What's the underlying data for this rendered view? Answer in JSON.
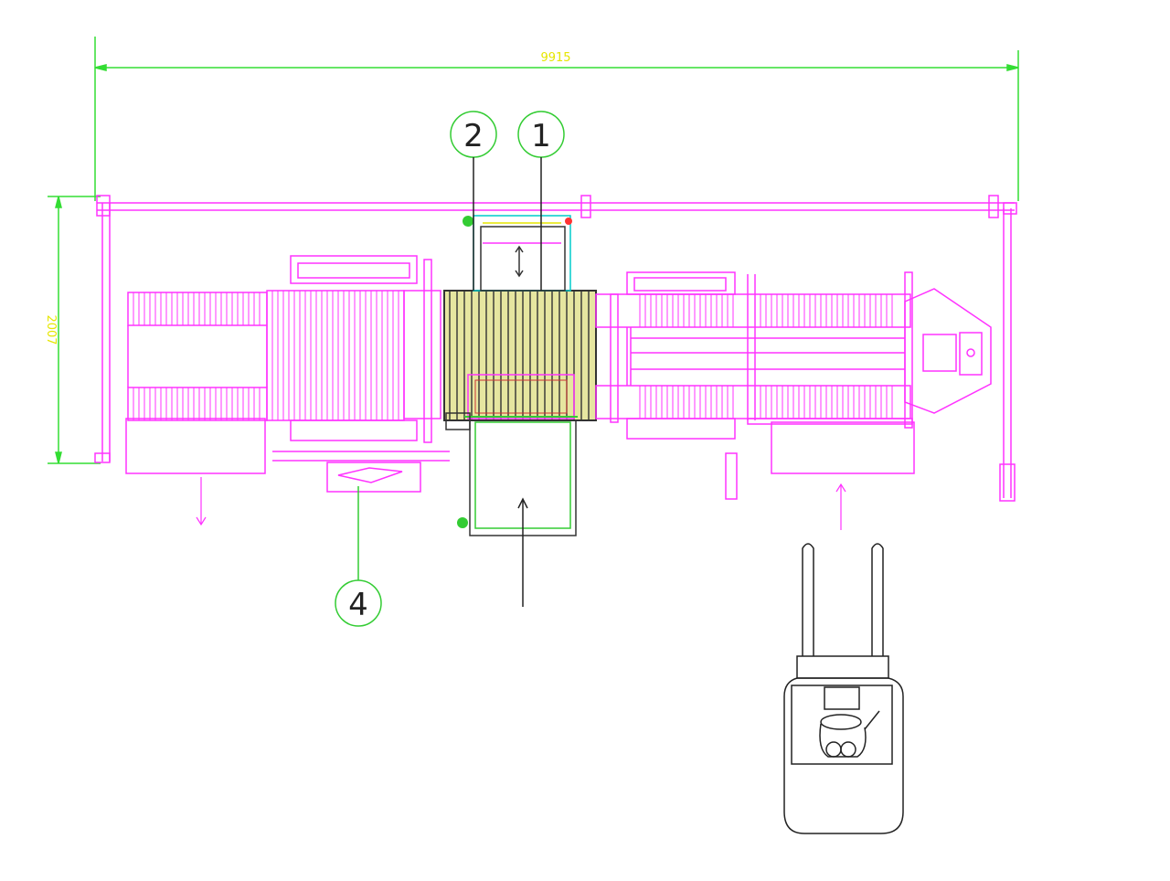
{
  "dimensions": {
    "overall_length": "9915",
    "overall_width": "2007",
    "dimension_color": "#33dd33",
    "dimension_text_color": "#e6e600"
  },
  "callouts": [
    {
      "label": "2",
      "color": "#33cc33"
    },
    {
      "label": "1",
      "color": "#33cc33"
    },
    {
      "label": "4",
      "color": "#33cc33"
    }
  ],
  "colors": {
    "conveyor": "#ff33ff",
    "roller_table": "#e6e6a0",
    "frame_dark": "#333333",
    "cyan": "#00cccc",
    "forklift": "#222222"
  }
}
